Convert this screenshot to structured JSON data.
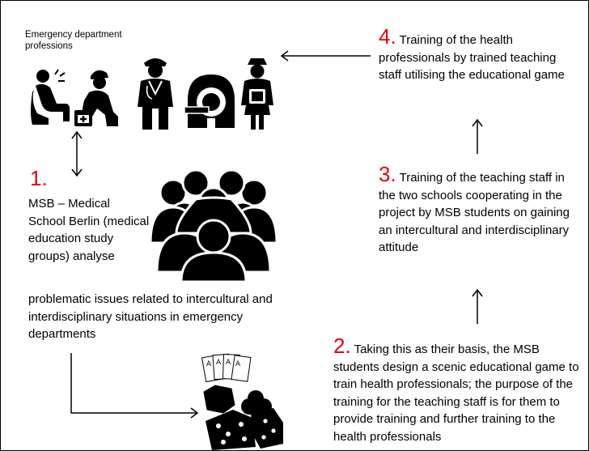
{
  "diagram": {
    "top_label": "Emergency department professions",
    "steps": [
      {
        "number": "1.",
        "line_a": "MSB – Medical School Berlin (medical education study groups) analyse",
        "line_b": "problematic issues related to intercultural and interdisciplinary situations in emergency departments"
      },
      {
        "number": "2.",
        "text": "Taking this as their basis, the MSB students design a scenic educational game to train health professionals; the purpose of the training for the teaching staff is for them to provide training and further training to the health professionals"
      },
      {
        "number": "3.",
        "text": "Training of the teaching staff in the two schools cooperating in the project by MSB students on gaining an intercultural and interdisciplinary attitude"
      },
      {
        "number": "4.",
        "text": "Training of the health professionals by trained teaching staff utilising the educational game"
      }
    ]
  },
  "colors": {
    "step_number": "#e8000b",
    "text": "#000000",
    "icon": "#000000"
  },
  "icons": [
    "injured-patient-icon",
    "paramedic-icon",
    "doctor-icon",
    "ct-scanner-icon",
    "nurse-icon",
    "group-of-people-icon",
    "cards-and-dice-icon"
  ]
}
